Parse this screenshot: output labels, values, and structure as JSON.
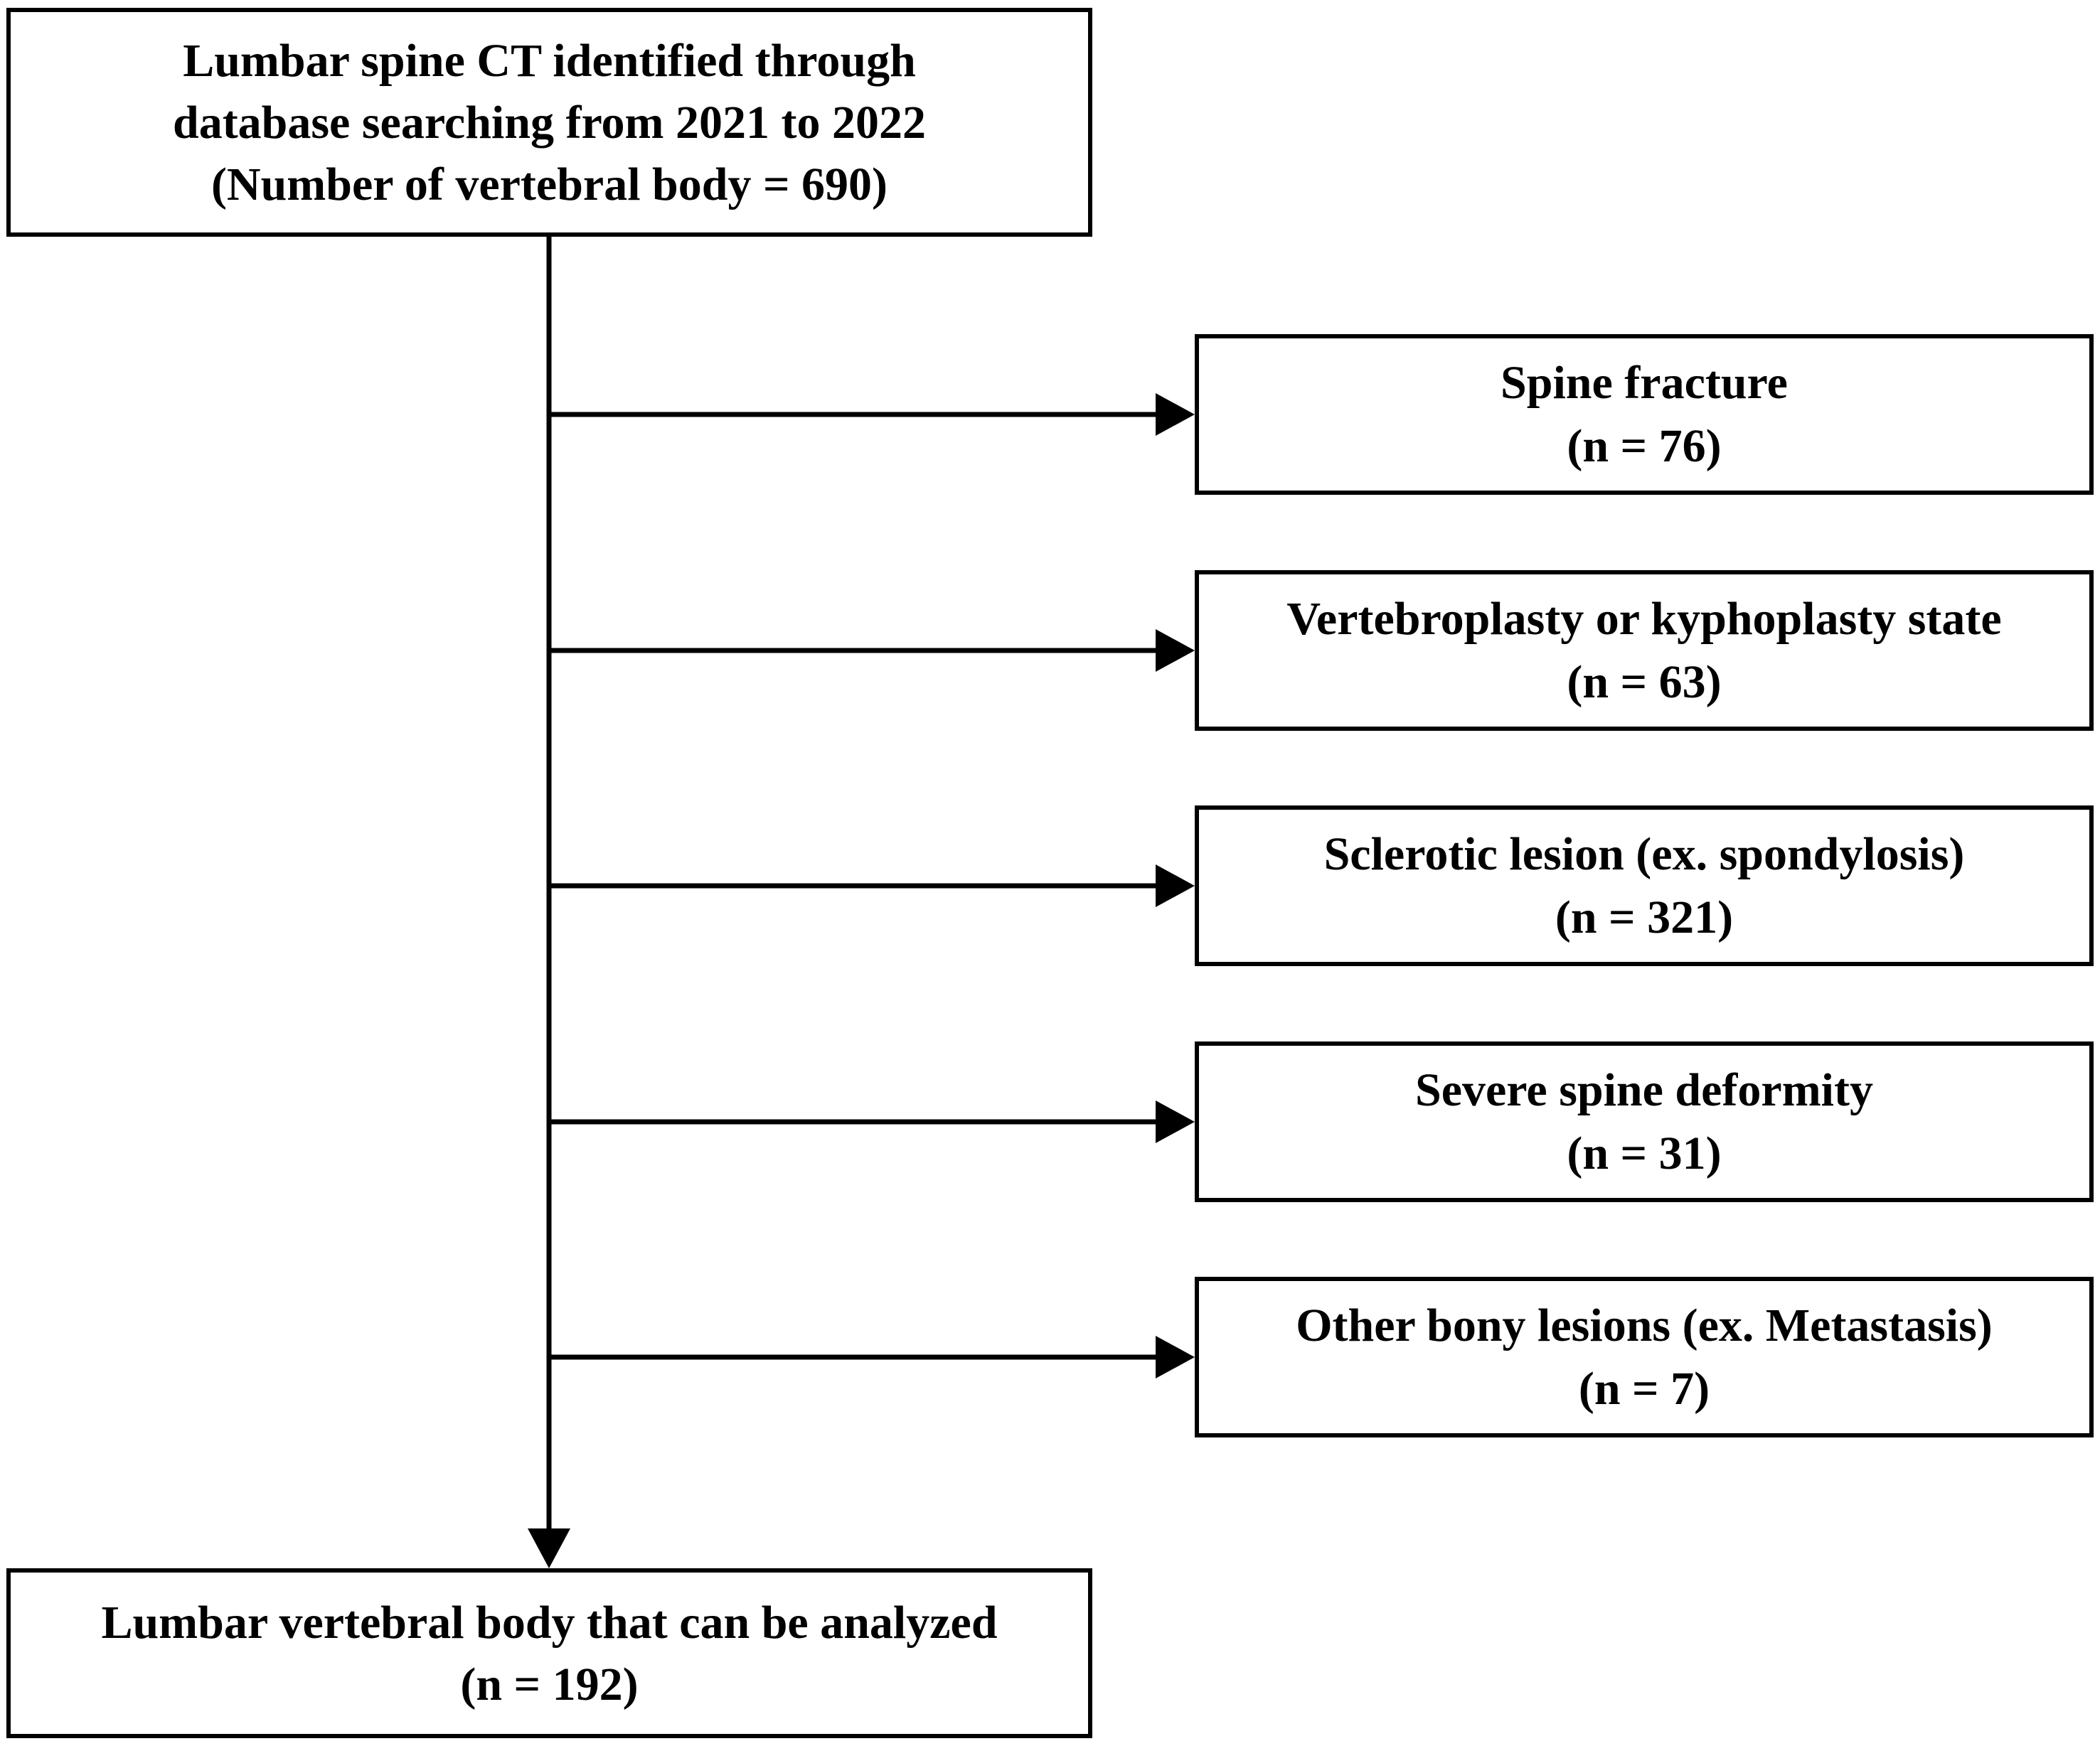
{
  "source": {
    "lines": [
      "Lumbar spine CT identified through",
      "database searching from 2021 to 2022",
      "(Number of vertebral body = 690)"
    ]
  },
  "exclusions": [
    {
      "label": "Spine fracture",
      "count": "(n = 76)"
    },
    {
      "label": "Vertebroplasty or kyphoplasty state",
      "count": "(n = 63)"
    },
    {
      "label": "Sclerotic lesion (ex. spondylosis)",
      "count": "(n = 321)"
    },
    {
      "label": "Severe spine deformity",
      "count": "(n = 31)"
    },
    {
      "label": "Other bony lesions (ex. Metastasis)",
      "count": "(n = 7)"
    }
  ],
  "result": {
    "label": "Lumbar vertebral body that can be analyzed",
    "count": "(n = 192)"
  }
}
